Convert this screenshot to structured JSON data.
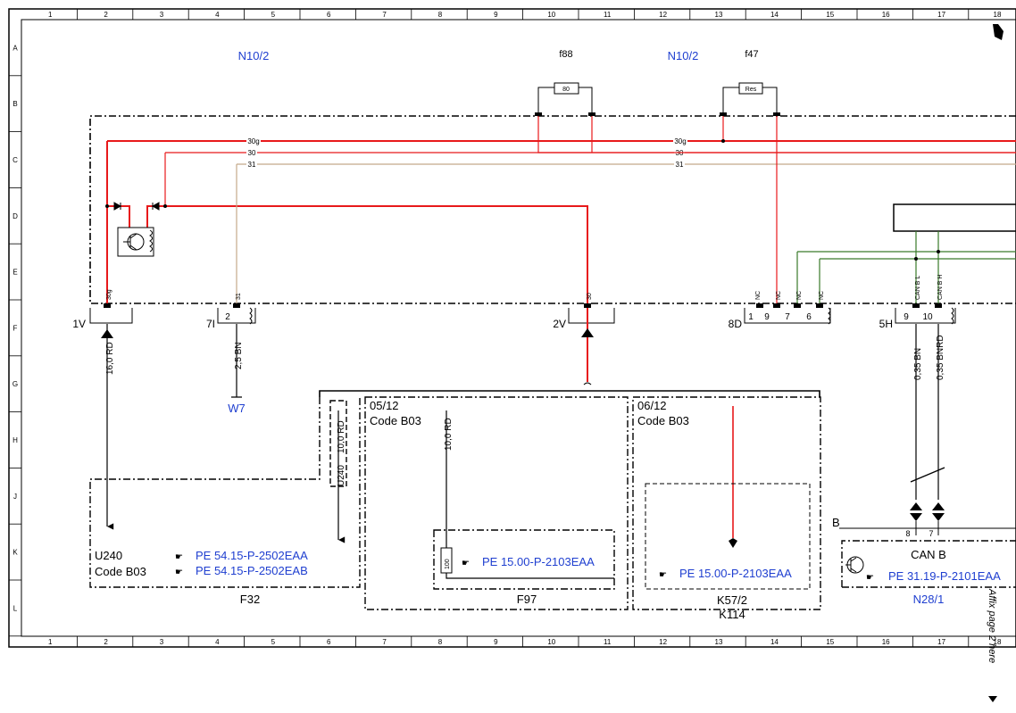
{
  "grid": {
    "columns": [
      "1",
      "2",
      "3",
      "4",
      "5",
      "6",
      "7",
      "8",
      "9",
      "10",
      "11",
      "12",
      "13",
      "14",
      "15",
      "16",
      "17",
      "18"
    ],
    "rows": [
      "A",
      "B",
      "C",
      "D",
      "E",
      "F",
      "G",
      "H",
      "J",
      "K",
      "L"
    ]
  },
  "components": {
    "n10_2_left": "N10/2",
    "n10_2_right": "N10/2",
    "f88": "f88",
    "f47": "f47",
    "f88_value": "80",
    "f47_value": "Res",
    "w7": "W7",
    "f32": "F32",
    "f97": "F97",
    "k57_2": "K57/2",
    "k114": "K114",
    "n28_1": "N28/1"
  },
  "bus_labels": {
    "b30g_a": "30g",
    "b30_a": "30",
    "b31_a": "31",
    "b30g_b": "30g",
    "b30_b": "30",
    "b31_b": "31"
  },
  "connectors": {
    "c1v": "1V",
    "c7i": "7I",
    "c2v": "2V",
    "c8d": "8D",
    "c5h": "5H",
    "pin_2": "2",
    "pin_1": "1",
    "pin_9": "9",
    "pin_7": "7",
    "pin_6": "6",
    "pin_9b": "9",
    "pin_10": "10",
    "pin_8": "8",
    "pin_7b": "7",
    "pin_30g": "30g",
    "pin_31": "31",
    "pin_30": "30",
    "nc": "NC",
    "can_bl": "CAN B L",
    "can_bh": "CAN B H"
  },
  "wires": {
    "w1": "16,0 RD",
    "w2": "2,5 BN",
    "w3": "10,0 RD",
    "w4": "U240",
    "w5": "10,0 RD",
    "w6": "0,35 BN",
    "w7": "0,35 BNRD"
  },
  "boxes": {
    "f32_code1": "U240",
    "f32_code2": "Code B03",
    "f32_ref1": "PE 54.15-P-2502EAA",
    "f32_ref2": "PE 54.15-P-2502EAB",
    "f97_date": "05/12",
    "f97_code": "Code B03",
    "f97_ref": "PE 15.00-P-2103EAA",
    "f97_res": "100",
    "k57_date": "06/12",
    "k57_code": "Code B03",
    "k57_ref": "PE 15.00-P-2103EAA",
    "can_b": "CAN B",
    "can_ref": "PE 31.19-P-2101EAA",
    "b_label": "B"
  },
  "side_note": "Affix page 2 here",
  "colors": {
    "red": "#e8191b",
    "brown": "#c4a98a",
    "green": "#3a7a2a",
    "blue": "#1f3fd0"
  }
}
